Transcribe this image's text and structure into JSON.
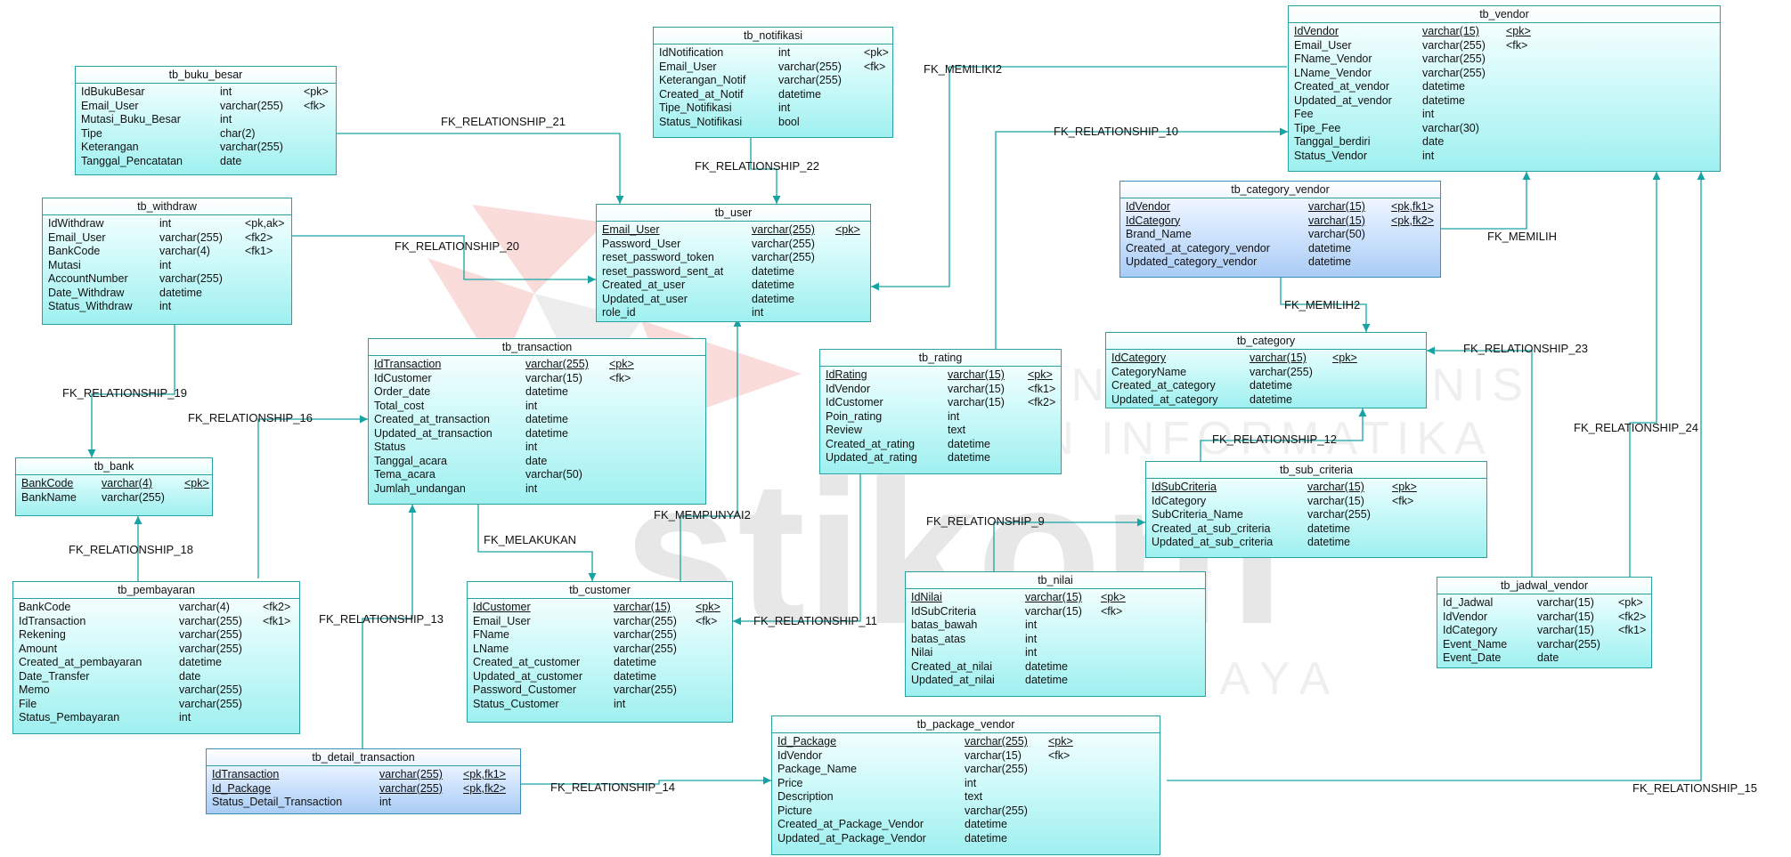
{
  "diagram": {
    "watermark": {
      "letters": "stikom",
      "line1": "INSTITUT BISNIS",
      "line2": "DAN INFORMATIKA",
      "city": "SURABAYA"
    },
    "tables": [
      {
        "id": "tb_buku_besar",
        "name": "tb_buku_besar",
        "style": "cyan",
        "columns": [
          {
            "name": "IdBukuBesar",
            "type": "int",
            "key": "<pk>"
          },
          {
            "name": "Email_User",
            "type": "varchar(255)",
            "key": "<fk>"
          },
          {
            "name": "Mutasi_Buku_Besar",
            "type": "int",
            "key": ""
          },
          {
            "name": "Tipe",
            "type": "char(2)",
            "key": ""
          },
          {
            "name": "Keterangan",
            "type": "varchar(255)",
            "key": ""
          },
          {
            "name": "Tanggal_Pencatatan",
            "type": "date",
            "key": ""
          }
        ]
      },
      {
        "id": "tb_notifikasi",
        "name": "tb_notifikasi",
        "style": "cyan",
        "columns": [
          {
            "name": "IdNotification",
            "type": "int",
            "key": "<pk>"
          },
          {
            "name": "Email_User",
            "type": "varchar(255)",
            "key": "<fk>"
          },
          {
            "name": "Keterangan_Notif",
            "type": "varchar(255)",
            "key": ""
          },
          {
            "name": "Created_at_Notif",
            "type": "datetime",
            "key": ""
          },
          {
            "name": "Tipe_Notifikasi",
            "type": "int",
            "key": ""
          },
          {
            "name": "Status_Notifikasi",
            "type": "bool",
            "key": ""
          }
        ]
      },
      {
        "id": "tb_vendor",
        "name": "tb_vendor",
        "style": "cyan",
        "columns": [
          {
            "name": "IdVendor",
            "type": "varchar(15)",
            "key": "<pk>",
            "pk": true
          },
          {
            "name": "Email_User",
            "type": "varchar(255)",
            "key": "<fk>"
          },
          {
            "name": "FName_Vendor",
            "type": "varchar(255)",
            "key": ""
          },
          {
            "name": "LName_Vendor",
            "type": "varchar(255)",
            "key": ""
          },
          {
            "name": "Created_at_vendor",
            "type": "datetime",
            "key": ""
          },
          {
            "name": "Updated_at_vendor",
            "type": "datetime",
            "key": ""
          },
          {
            "name": "Fee",
            "type": "int",
            "key": ""
          },
          {
            "name": "Tipe_Fee",
            "type": "varchar(30)",
            "key": ""
          },
          {
            "name": "Tanggal_berdiri",
            "type": "date",
            "key": ""
          },
          {
            "name": "Status_Vendor",
            "type": "int",
            "key": ""
          }
        ]
      },
      {
        "id": "tb_withdraw",
        "name": "tb_withdraw",
        "style": "cyan",
        "columns": [
          {
            "name": "IdWithdraw",
            "type": "int",
            "key": "<pk,ak>"
          },
          {
            "name": "Email_User",
            "type": "varchar(255)",
            "key": "<fk2>"
          },
          {
            "name": "BankCode",
            "type": "varchar(4)",
            "key": "<fk1>"
          },
          {
            "name": "Mutasi",
            "type": "int",
            "key": ""
          },
          {
            "name": "AccountNumber",
            "type": "varchar(255)",
            "key": ""
          },
          {
            "name": "Date_Withdraw",
            "type": "datetime",
            "key": ""
          },
          {
            "name": "Status_Withdraw",
            "type": "int",
            "key": ""
          }
        ]
      },
      {
        "id": "tb_user",
        "name": "tb_user",
        "style": "cyan",
        "columns": [
          {
            "name": "Email_User",
            "type": "varchar(255)",
            "key": "<pk>",
            "pk": true
          },
          {
            "name": "Password_User",
            "type": "varchar(255)",
            "key": ""
          },
          {
            "name": "reset_password_token",
            "type": "varchar(255)",
            "key": ""
          },
          {
            "name": "reset_password_sent_at",
            "type": "datetime",
            "key": ""
          },
          {
            "name": "Created_at_user",
            "type": "datetime",
            "key": ""
          },
          {
            "name": "Updated_at_user",
            "type": "datetime",
            "key": ""
          },
          {
            "name": "role_id",
            "type": "int",
            "key": ""
          }
        ]
      },
      {
        "id": "tb_category_vendor",
        "name": "tb_category_vendor",
        "style": "blue",
        "columns": [
          {
            "name": "IdVendor",
            "type": "varchar(15)",
            "key": "<pk,fk1>",
            "pk": true
          },
          {
            "name": "IdCategory",
            "type": "varchar(15)",
            "key": "<pk,fk2>",
            "pk": true
          },
          {
            "name": "Brand_Name",
            "type": "varchar(50)",
            "key": ""
          },
          {
            "name": "Created_at_category_vendor",
            "type": "datetime",
            "key": ""
          },
          {
            "name": "Updated_category_vendor",
            "type": "datetime",
            "key": ""
          }
        ]
      },
      {
        "id": "tb_transaction",
        "name": "tb_transaction",
        "style": "cyan",
        "columns": [
          {
            "name": "IdTransaction",
            "type": "varchar(255)",
            "key": "<pk>",
            "pk": true
          },
          {
            "name": "IdCustomer",
            "type": "varchar(15)",
            "key": "<fk>"
          },
          {
            "name": "Order_date",
            "type": "datetime",
            "key": ""
          },
          {
            "name": "Total_cost",
            "type": "int",
            "key": ""
          },
          {
            "name": "Created_at_transaction",
            "type": "datetime",
            "key": ""
          },
          {
            "name": "Updated_at_transaction",
            "type": "datetime",
            "key": ""
          },
          {
            "name": "Status",
            "type": "int",
            "key": ""
          },
          {
            "name": "Tanggal_acara",
            "type": "date",
            "key": ""
          },
          {
            "name": "Tema_acara",
            "type": "varchar(50)",
            "key": ""
          },
          {
            "name": "Jumlah_undangan",
            "type": "int",
            "key": ""
          }
        ]
      },
      {
        "id": "tb_rating",
        "name": "tb_rating",
        "style": "cyan",
        "columns": [
          {
            "name": "IdRating",
            "type": "varchar(15)",
            "key": "<pk>",
            "pk": true
          },
          {
            "name": "IdVendor",
            "type": "varchar(15)",
            "key": "<fk1>"
          },
          {
            "name": "IdCustomer",
            "type": "varchar(15)",
            "key": "<fk2>"
          },
          {
            "name": "Poin_rating",
            "type": "int",
            "key": ""
          },
          {
            "name": "Review",
            "type": "text",
            "key": ""
          },
          {
            "name": "Created_at_rating",
            "type": "datetime",
            "key": ""
          },
          {
            "name": "Updated_at_rating",
            "type": "datetime",
            "key": ""
          }
        ]
      },
      {
        "id": "tb_category",
        "name": "tb_category",
        "style": "cyan",
        "columns": [
          {
            "name": "IdCategory",
            "type": "varchar(15)",
            "key": "<pk>",
            "pk": true
          },
          {
            "name": "CategoryName",
            "type": "varchar(255)",
            "key": ""
          },
          {
            "name": "Created_at_category",
            "type": "datetime",
            "key": ""
          },
          {
            "name": "Updated_at_category",
            "type": "datetime",
            "key": ""
          }
        ]
      },
      {
        "id": "tb_bank",
        "name": "tb_bank",
        "style": "cyan",
        "columns": [
          {
            "name": "BankCode",
            "type": "varchar(4)",
            "key": "<pk>",
            "pk": true
          },
          {
            "name": "BankName",
            "type": "varchar(255)",
            "key": ""
          }
        ]
      },
      {
        "id": "tb_sub_criteria",
        "name": "tb_sub_criteria",
        "style": "cyan",
        "columns": [
          {
            "name": "IdSubCriteria",
            "type": "varchar(15)",
            "key": "<pk>",
            "pk": true
          },
          {
            "name": "IdCategory",
            "type": "varchar(15)",
            "key": "<fk>"
          },
          {
            "name": "SubCriteria_Name",
            "type": "varchar(255)",
            "key": ""
          },
          {
            "name": "Created_at_sub_criteria",
            "type": "datetime",
            "key": ""
          },
          {
            "name": "Updated_at_sub_criteria",
            "type": "datetime",
            "key": ""
          }
        ]
      },
      {
        "id": "tb_nilai",
        "name": "tb_nilai",
        "style": "cyan",
        "columns": [
          {
            "name": "IdNilai",
            "type": "varchar(15)",
            "key": "<pk>",
            "pk": true
          },
          {
            "name": "IdSubCriteria",
            "type": "varchar(15)",
            "key": "<fk>"
          },
          {
            "name": "batas_bawah",
            "type": "int",
            "key": ""
          },
          {
            "name": "batas_atas",
            "type": "int",
            "key": ""
          },
          {
            "name": "Nilai",
            "type": "int",
            "key": ""
          },
          {
            "name": "Created_at_nilai",
            "type": "datetime",
            "key": ""
          },
          {
            "name": "Updated_at_nilai",
            "type": "datetime",
            "key": ""
          }
        ]
      },
      {
        "id": "tb_jadwal_vendor",
        "name": "tb_jadwal_vendor",
        "style": "cyan",
        "columns": [
          {
            "name": "Id_Jadwal",
            "type": "varchar(15)",
            "key": "<pk>"
          },
          {
            "name": "IdVendor",
            "type": "varchar(15)",
            "key": "<fk2>"
          },
          {
            "name": "IdCategory",
            "type": "varchar(15)",
            "key": "<fk1>"
          },
          {
            "name": "Event_Name",
            "type": "varchar(255)",
            "key": ""
          },
          {
            "name": "Event_Date",
            "type": "date",
            "key": ""
          }
        ]
      },
      {
        "id": "tb_pembayaran",
        "name": "tb_pembayaran",
        "style": "cyan",
        "columns": [
          {
            "name": "BankCode",
            "type": "varchar(4)",
            "key": "<fk2>"
          },
          {
            "name": "IdTransaction",
            "type": "varchar(255)",
            "key": "<fk1>"
          },
          {
            "name": "Rekening",
            "type": "varchar(255)",
            "key": ""
          },
          {
            "name": "Amount",
            "type": "varchar(255)",
            "key": ""
          },
          {
            "name": "Created_at_pembayaran",
            "type": "datetime",
            "key": ""
          },
          {
            "name": "Date_Transfer",
            "type": "date",
            "key": ""
          },
          {
            "name": "Memo",
            "type": "varchar(255)",
            "key": ""
          },
          {
            "name": "File",
            "type": "varchar(255)",
            "key": ""
          },
          {
            "name": "Status_Pembayaran",
            "type": "int",
            "key": ""
          }
        ]
      },
      {
        "id": "tb_customer",
        "name": "tb_customer",
        "style": "cyan",
        "columns": [
          {
            "name": "IdCustomer",
            "type": "varchar(15)",
            "key": "<pk>",
            "pk": true
          },
          {
            "name": "Email_User",
            "type": "varchar(255)",
            "key": "<fk>"
          },
          {
            "name": "FName",
            "type": "varchar(255)",
            "key": ""
          },
          {
            "name": "LName",
            "type": "varchar(255)",
            "key": ""
          },
          {
            "name": "Created_at_customer",
            "type": "datetime",
            "key": ""
          },
          {
            "name": "Updated_at_customer",
            "type": "datetime",
            "key": ""
          },
          {
            "name": "Password_Customer",
            "type": "varchar(255)",
            "key": ""
          },
          {
            "name": "Status_Customer",
            "type": "int",
            "key": ""
          }
        ]
      },
      {
        "id": "tb_detail_transaction",
        "name": "tb_detail_transaction",
        "style": "blue",
        "columns": [
          {
            "name": "IdTransaction",
            "type": "varchar(255)",
            "key": "<pk,fk1>",
            "pk": true
          },
          {
            "name": "Id_Package",
            "type": "varchar(255)",
            "key": "<pk,fk2>",
            "pk": true
          },
          {
            "name": "Status_Detail_Transaction",
            "type": "int",
            "key": ""
          }
        ]
      },
      {
        "id": "tb_package_vendor",
        "name": "tb_package_vendor",
        "style": "cyan",
        "columns": [
          {
            "name": "Id_Package",
            "type": "varchar(255)",
            "key": "<pk>",
            "pk": true
          },
          {
            "name": "IdVendor",
            "type": "varchar(15)",
            "key": "<fk>"
          },
          {
            "name": "Package_Name",
            "type": "varchar(255)",
            "key": ""
          },
          {
            "name": "Price",
            "type": "int",
            "key": ""
          },
          {
            "name": "Description",
            "type": "text",
            "key": ""
          },
          {
            "name": "Picture",
            "type": "varchar(255)",
            "key": ""
          },
          {
            "name": "Created_at_Package_Vendor",
            "type": "datetime",
            "key": ""
          },
          {
            "name": "Updated_at_Package_Vendor",
            "type": "datetime",
            "key": ""
          }
        ]
      }
    ],
    "relationships": [
      {
        "id": "r21",
        "label": "FK_RELATIONSHIP_21"
      },
      {
        "id": "r22",
        "label": "FK_RELATIONSHIP_22"
      },
      {
        "id": "rmem2",
        "label": "FK_MEMILIKI2"
      },
      {
        "id": "r10",
        "label": "FK_RELATIONSHIP_10"
      },
      {
        "id": "r20",
        "label": "FK_RELATIONSHIP_20"
      },
      {
        "id": "rmemilih",
        "label": "FK_MEMILIH"
      },
      {
        "id": "rmemilih2",
        "label": "FK_MEMILIH2"
      },
      {
        "id": "r23",
        "label": "FK_RELATIONSHIP_23"
      },
      {
        "id": "r19",
        "label": "FK_RELATIONSHIP_19"
      },
      {
        "id": "r16",
        "label": "FK_RELATIONSHIP_16"
      },
      {
        "id": "r24",
        "label": "FK_RELATIONSHIP_24"
      },
      {
        "id": "r12",
        "label": "FK_RELATIONSHIP_12"
      },
      {
        "id": "rmempunyai2",
        "label": "FK_MEMPUNYAI2"
      },
      {
        "id": "r9",
        "label": "FK_RELATIONSHIP_9"
      },
      {
        "id": "rmelakukan",
        "label": "FK_MELAKUKAN"
      },
      {
        "id": "r18",
        "label": "FK_RELATIONSHIP_18"
      },
      {
        "id": "r13",
        "label": "FK_RELATIONSHIP_13"
      },
      {
        "id": "r11",
        "label": "FK_RELATIONSHIP_11"
      },
      {
        "id": "r14",
        "label": "FK_RELATIONSHIP_14"
      },
      {
        "id": "r15",
        "label": "FK_RELATIONSHIP_15"
      }
    ]
  }
}
